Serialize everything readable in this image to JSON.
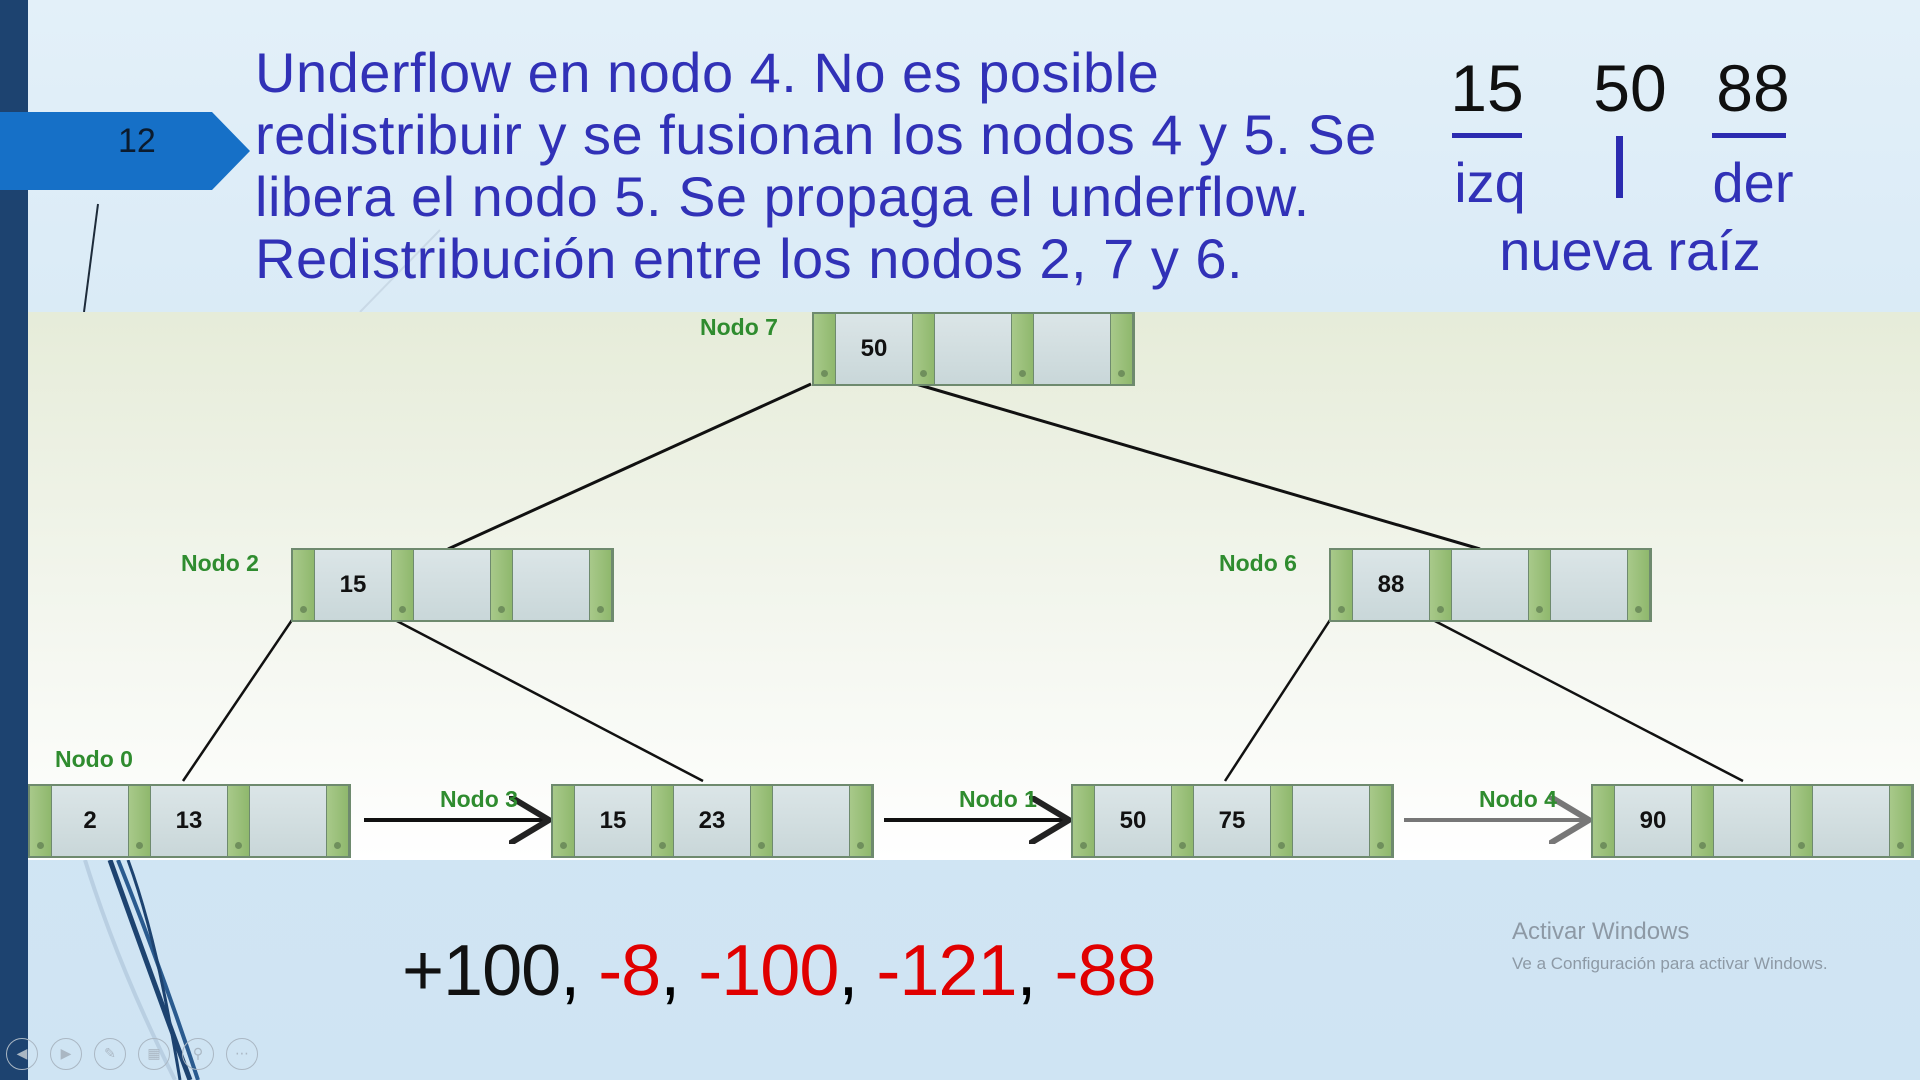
{
  "slide": {
    "number": "12"
  },
  "title_lines": [
    "Underflow en nodo 4. No es posible",
    "redistribuir y se fusionan los nodos 4 y 5. Se",
    "libera el nodo 5. Se propaga el underflow.",
    "Redistribución entre los nodos 2, 7 y 6."
  ],
  "root_note": {
    "keys": [
      "15",
      "50",
      "88"
    ],
    "left_label": "izq",
    "right_label": "der",
    "caption": "nueva raíz"
  },
  "tree": {
    "node7": {
      "label": "Nodo 7",
      "keys": [
        "50",
        "",
        ""
      ]
    },
    "node2": {
      "label": "Nodo 2",
      "keys": [
        "15",
        "",
        ""
      ]
    },
    "node6": {
      "label": "Nodo 6",
      "keys": [
        "88",
        "",
        ""
      ]
    },
    "node0": {
      "label": "Nodo 0",
      "keys": [
        "2",
        "13",
        ""
      ]
    },
    "node3": {
      "label": "Nodo 3",
      "keys": [
        "15",
        "23",
        ""
      ]
    },
    "node1": {
      "label": "Nodo 1",
      "keys": [
        "50",
        "75",
        ""
      ]
    },
    "node4": {
      "label": "Nodo 4",
      "keys": [
        "90",
        "",
        ""
      ]
    }
  },
  "operations": {
    "first": "+100",
    "sep": ", ",
    "removed": [
      "-8",
      "-100",
      "-121",
      "-88"
    ],
    "first_color": "#111111",
    "removed_color": "#e00000"
  },
  "watermark": {
    "title": "Activar Windows",
    "subtitle": "Ve a Configuración para activar Windows."
  },
  "nav_icons": [
    "previous-icon",
    "next-icon",
    "pen-icon",
    "slides-grid-icon",
    "zoom-icon",
    "more-options-icon"
  ],
  "colors": {
    "title": "#3131b7",
    "node_label": "#2f8c2f",
    "sidebar": "#1d4370",
    "slide_tab": "#1670c7"
  }
}
